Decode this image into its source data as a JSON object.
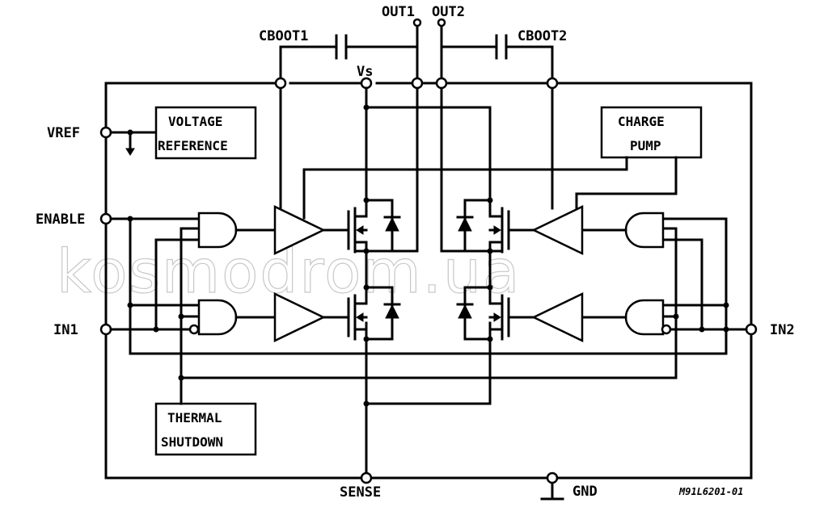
{
  "pins": {
    "out1": "OUT1",
    "out2": "OUT2",
    "cboot1": "CBOOT1",
    "cboot2": "CBOOT2",
    "vs": "Vs",
    "vref": "VREF",
    "enable": "ENABLE",
    "in1": "IN1",
    "in2": "IN2",
    "sense": "SENSE",
    "gnd": "GND"
  },
  "blocks": {
    "voltage_reference": [
      "VOLTAGE",
      "REFERENCE"
    ],
    "charge_pump": [
      "CHARGE",
      "PUMP"
    ],
    "thermal_shutdown": [
      "THERMAL",
      "SHUTDOWN"
    ]
  },
  "figure_code": "M91L6201-01",
  "watermark": "kosmodrom.ua"
}
